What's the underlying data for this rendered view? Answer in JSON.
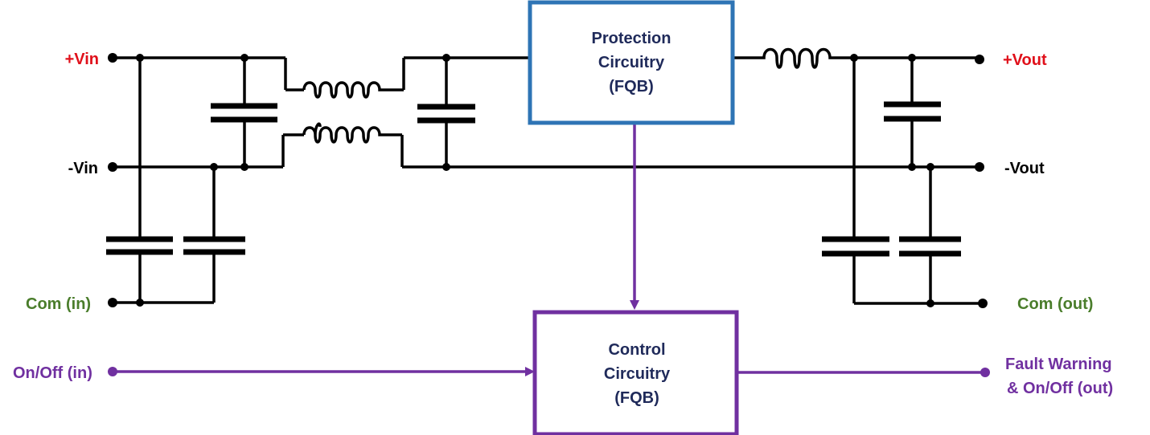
{
  "colors": {
    "wire": "#000000",
    "red_label": "#e0101a",
    "green_label": "#4a7d2b",
    "purple": "#7030a0",
    "blue_box": "#2e74b5",
    "box_text": "#1f2a5a"
  },
  "terminals": {
    "vin_pos": "+Vin",
    "vin_neg": "-Vin",
    "com_in": "Com (in)",
    "onoff_in": "On/Off (in)",
    "vout_pos": "+Vout",
    "vout_neg": "-Vout",
    "com_out": "Com (out)",
    "fault_line1": "Fault Warning",
    "fault_line2": "& On/Off (out)"
  },
  "protection_box": {
    "line1": "Protection",
    "line2": "Circuitry",
    "line3": "(FQB)"
  },
  "control_box": {
    "line1": "Control",
    "line2": "Circuitry",
    "line3": "(FQB)"
  }
}
